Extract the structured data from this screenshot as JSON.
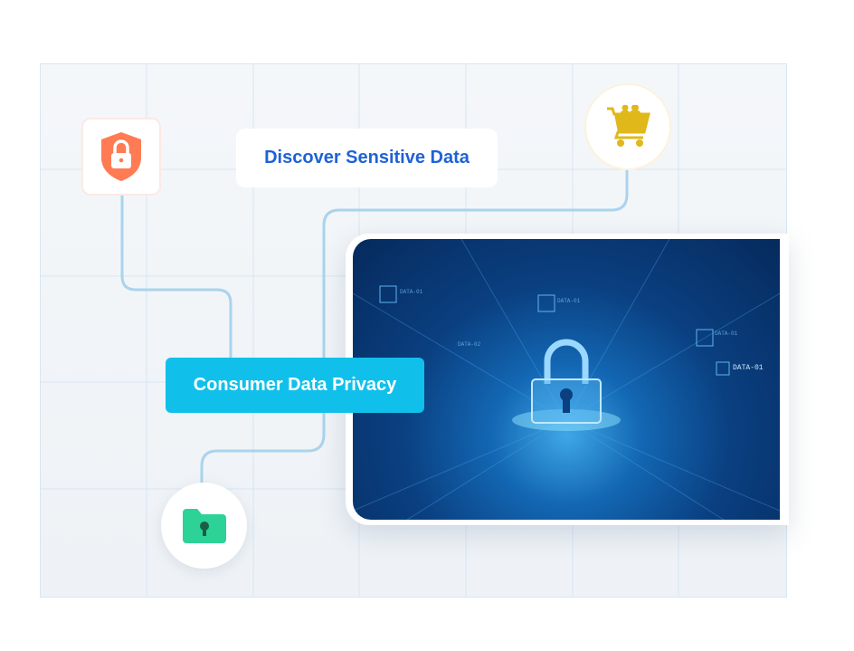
{
  "labels": {
    "discover": "Discover Sensitive Data",
    "consumer": "Consumer Data Privacy"
  },
  "photo": {
    "tags": [
      "DATA-01",
      "DATA-01",
      "DATA-01",
      "DATA-02",
      "DATA-01"
    ]
  },
  "icons": {
    "shield": "shield-lock-icon",
    "cart": "shopping-cart-users-icon",
    "folder": "folder-lock-icon",
    "padlock": "padlock-icon"
  },
  "colors": {
    "shield": "#ff7b54",
    "cart": "#e0b81a",
    "folder": "#2dd296",
    "discover_text": "#1f62d6",
    "consumer_bg": "#11c0ea",
    "connector": "#a9d4ec"
  }
}
